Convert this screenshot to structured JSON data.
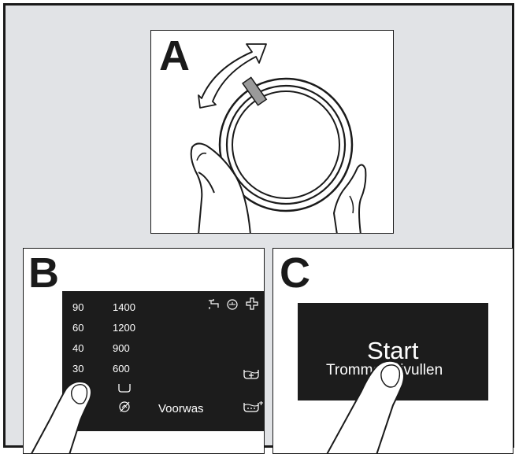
{
  "panels": {
    "a": {
      "letter": "A"
    },
    "b": {
      "letter": "B",
      "temperatures": [
        "90",
        "60",
        "40",
        "30"
      ],
      "spin_speeds": [
        "1400",
        "1200",
        "900",
        "600"
      ],
      "option_label": "Voorwas",
      "icons": [
        "rinse-tap-icon",
        "timer-icon",
        "extra-plus-icon",
        "tub-plus-icon",
        "tub-prewash-icon",
        "basin-icon",
        "no-spin-icon"
      ]
    },
    "c": {
      "letter": "C",
      "start_label": "Start",
      "drum_label": "Trommel bijvullen"
    }
  },
  "colors": {
    "panel_background": "#e1e3e6",
    "display": "#1c1c1c",
    "ink": "#1a1a1a"
  }
}
